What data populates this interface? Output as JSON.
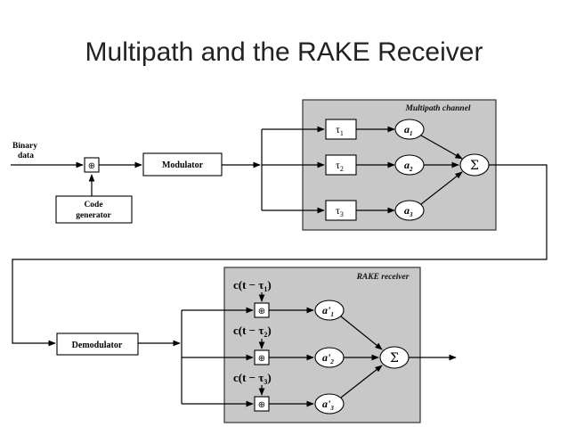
{
  "slide": {
    "title": "Multipath and the RAKE Receiver"
  },
  "transmitter": {
    "binary_data": [
      "Binary",
      "data"
    ],
    "code_generator": [
      "Code",
      "generator"
    ],
    "modulator": "Modulator",
    "spreading_op": "⊕"
  },
  "channel": {
    "label": "Multipath channel",
    "delays": [
      {
        "sym": "τ",
        "sub": "1"
      },
      {
        "sym": "τ",
        "sub": "2"
      },
      {
        "sym": "τ",
        "sub": "3"
      }
    ],
    "gains": [
      {
        "sym": "a",
        "sub": "1"
      },
      {
        "sym": "a",
        "sub": "2"
      },
      {
        "sym": "a",
        "sub": "3"
      }
    ],
    "sum": "Σ"
  },
  "receiver": {
    "demodulator": "Demodulator",
    "label": "RAKE receiver",
    "codes": [
      {
        "pre": "c(t − τ",
        "sub": "1",
        "post": ")"
      },
      {
        "pre": "c(t − τ",
        "sub": "2",
        "post": ")"
      },
      {
        "pre": "c(t − τ",
        "sub": "3",
        "post": ")"
      }
    ],
    "weights": [
      {
        "sym": "a'",
        "sub": "1"
      },
      {
        "sym": "a'",
        "sub": "2"
      },
      {
        "sym": "a'",
        "sub": "3"
      }
    ],
    "correlator_op": "⊕",
    "sum": "Σ"
  }
}
